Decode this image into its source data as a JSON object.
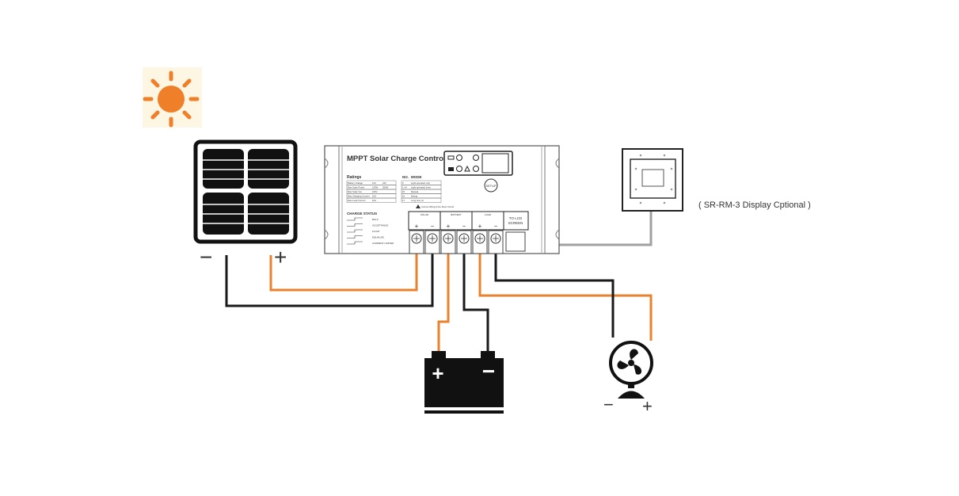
{
  "controller": {
    "title": "MPPT Solar Charge Controller",
    "setup_label": "SETUP",
    "ratings_title": "Ratings",
    "ratings": [
      [
        "Battery Voltage",
        "12V",
        "24V"
      ],
      [
        "Max Solar Power",
        "130W",
        "260W"
      ],
      [
        "Max Solar Voc",
        "100V",
        ""
      ],
      [
        "Max Charging Current",
        "10A",
        ""
      ],
      [
        "Max Load Current",
        "10A",
        ""
      ]
    ],
    "mode_header": [
      "NO.",
      "MODE"
    ],
    "modes": [
      [
        "0",
        "Light-operated only"
      ],
      [
        "1-14",
        "Light-operated timer"
      ],
      [
        "15",
        "Manual"
      ],
      [
        "16",
        "Debug"
      ],
      [
        "17",
        "Long time on"
      ]
    ],
    "warning": "Correct Wiring & No Short Circuit",
    "charge_status_title": "CHARGE STATUS",
    "charge_status": [
      "BULK",
      "ACCEPTANCE",
      "FLOAT",
      "EQUALIZE",
      "CURRENT LIMITED"
    ],
    "terminals": {
      "solar": "SOLAR",
      "battery": "BATTERY",
      "load": "LOAD",
      "lcd_line1": "TO LCD",
      "lcd_line2": "SCREEN",
      "plus": "+",
      "minus": "−"
    }
  },
  "panel": {
    "minus": "−",
    "plus": "+"
  },
  "display": {
    "label": "( SR-RM-3 Display Cptional )"
  },
  "fan": {
    "minus": "−",
    "plus": "+"
  },
  "battery": {
    "plus": "+",
    "minus": "−"
  },
  "colors": {
    "positive_wire": "#e8822e",
    "negative_wire": "#1a1a1a",
    "comm_wire": "#a0a0a0",
    "sun": "#f07f2a",
    "sun_bg": "#fdf6e3"
  }
}
